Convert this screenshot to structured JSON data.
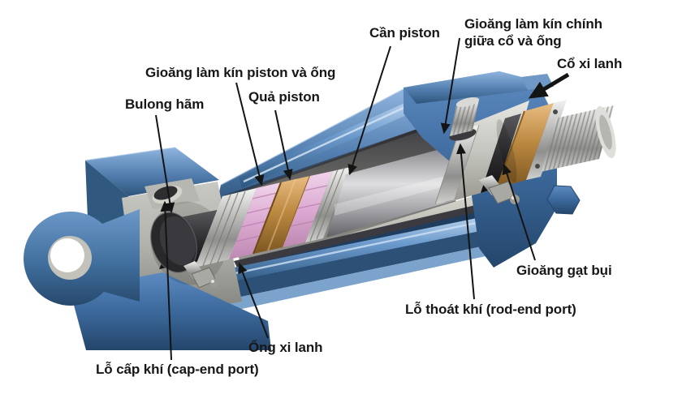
{
  "figure": {
    "kind": "cutaway-technical-diagram",
    "subject": "Pneumatic/hydraulic cylinder cross-section (xi lanh khí nén)",
    "language": "Vietnamese",
    "background": "#ffffff"
  },
  "labels": {
    "can_piston": "Cần piston",
    "gioang_chinh_1": "Gioăng làm kín chính",
    "gioang_chinh_2": "giữa cổ và ống",
    "co_xi_lanh": "Cổ xi lanh",
    "gioang_piston": "Gioăng làm kín piston và ống",
    "qua_piston": "Quả piston",
    "bulong_ham": "Bulong hãm",
    "gioang_gat_bui": "Gioăng gạt bụi",
    "lo_thoat_khi": "Lỗ thoát khí (rod-end port)",
    "ong_xi_lanh": "Ống xi lanh",
    "lo_cap_khi": "Lỗ cấp khí (cap-end port)"
  },
  "colors": {
    "label-text": "#171717",
    "leader-line": "#141414",
    "body-blue": "#3e6da0",
    "body-blue-light": "#7ea9d6",
    "body-blue-dark": "#24466b",
    "steel-gray": "#b9b9b5",
    "piston-bronze": "#bd8a42",
    "seal-pink": "#dcaad2",
    "seal-dark": "#3c3c3e",
    "bg": "#ffffff"
  }
}
